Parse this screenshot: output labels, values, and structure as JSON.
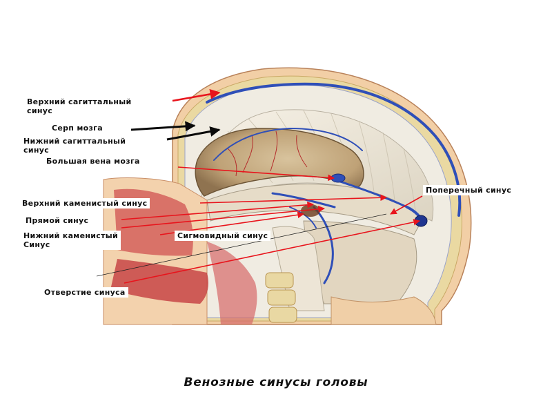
{
  "labels": {
    "superior_sagittal": "Верхний сагиттальный\nсинус",
    "falx": "Серп  мозга",
    "inferior_sagittal": "Нижний сагиттальный\nсинус",
    "great_cerebral_vein": "Большая вена мозга",
    "superior_petrosal": "Верхний каменистый синус",
    "straight": "Прямой синус",
    "inferior_petrosal": "Нижний каменистый\nСинус",
    "sigmoid": "Сигмовидный синус",
    "transverse": "Поперечный синус",
    "sinus_opening": "Отверстие синуса"
  },
  "caption": "Венозные синусы головы",
  "colors": {
    "arrow_red": "#e8141c",
    "arrow_black": "#0a0a0a",
    "sinus_blue": "#2f4fb8",
    "bone": "#e9d9a4",
    "skin": "#f0c9a0",
    "muscle": "#c73b3b",
    "brain_cavity": "#cdb68d"
  }
}
